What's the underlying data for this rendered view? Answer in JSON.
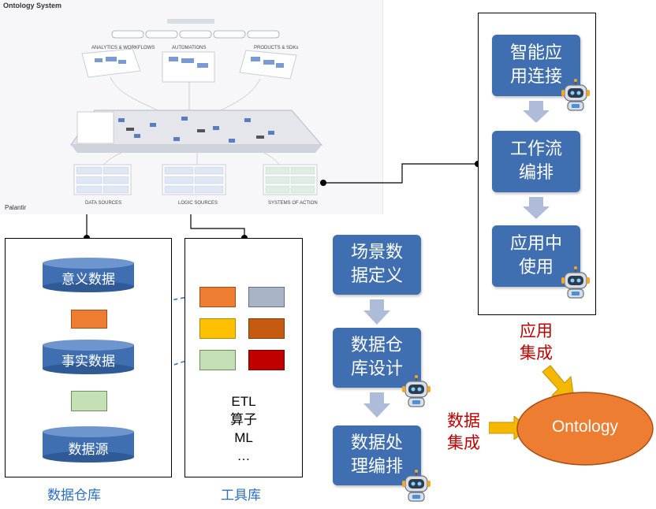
{
  "screenshot": {
    "title": "Ontology System",
    "brand": "Palantir",
    "sections": {
      "top": [
        "ANALYTICS & WORKFLOWS",
        "AUTOMATIONS",
        "PRODUCTS & SDKs"
      ],
      "bottom": [
        "DATA SOURCES",
        "LOGIC SOURCES",
        "SYSTEMS OF ACTION"
      ]
    }
  },
  "warehouse": {
    "caption": "数据仓库",
    "semantic_data": "意义数据",
    "fact_data": "事实数据",
    "data_source": "数据源"
  },
  "toolbox": {
    "caption": "工具库",
    "items_text": "ETL\n算子\nML\n…",
    "colors": [
      "#ed7d31",
      "#a9b4c6",
      "#ffc000",
      "#c55a11",
      "#c5e0b4",
      "#c00000"
    ]
  },
  "flow_center": {
    "step1": "场景数\n据定义",
    "step2": "数据仓\n库设计",
    "step3": "数据处\n理编排"
  },
  "flow_right": {
    "step1": "智能应\n用连接",
    "step2": "工作流\n编排",
    "step3": "应用中\n使用"
  },
  "labels": {
    "app_integration": "应用\n集成",
    "data_integration": "数据\n集成",
    "ontology": "Ontology"
  },
  "colors": {
    "box_blue": "#3f6fb0",
    "arrow_gray": "#aebcda",
    "arrow_gold": "#f5b800",
    "ellipse_orange": "#ed7d31",
    "red_text": "#c00000",
    "blue_caption": "#2a6fc2"
  },
  "icons": [
    "robot-icon"
  ]
}
